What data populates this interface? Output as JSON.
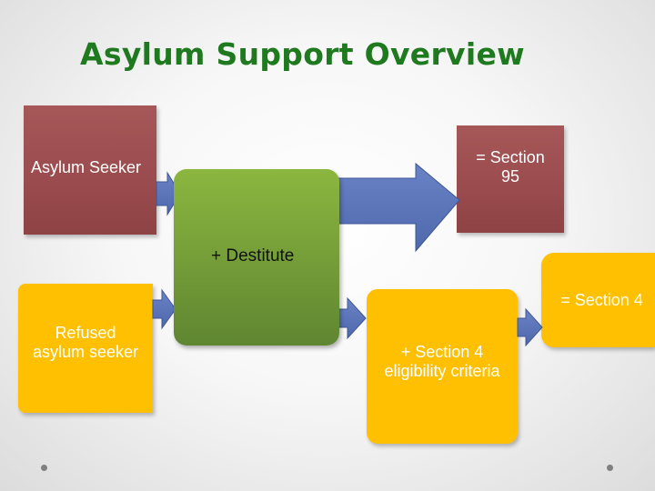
{
  "title": "Asylum Support Overview",
  "nodes": {
    "asylum_seeker": "Asylum Seeker",
    "section95": "= Section\n95",
    "destitute": "+ Destitute",
    "section4": "= Section 4",
    "refused": "Refused\nasylum seeker",
    "criteria": "+ Section 4\neligibility criteria"
  },
  "colors": {
    "title": "#1f7a1f",
    "red_box": "#9b4c4e",
    "yellow_box": "#fec000",
    "green_box": "#7aa33a",
    "arrow": "#5b74b8"
  }
}
